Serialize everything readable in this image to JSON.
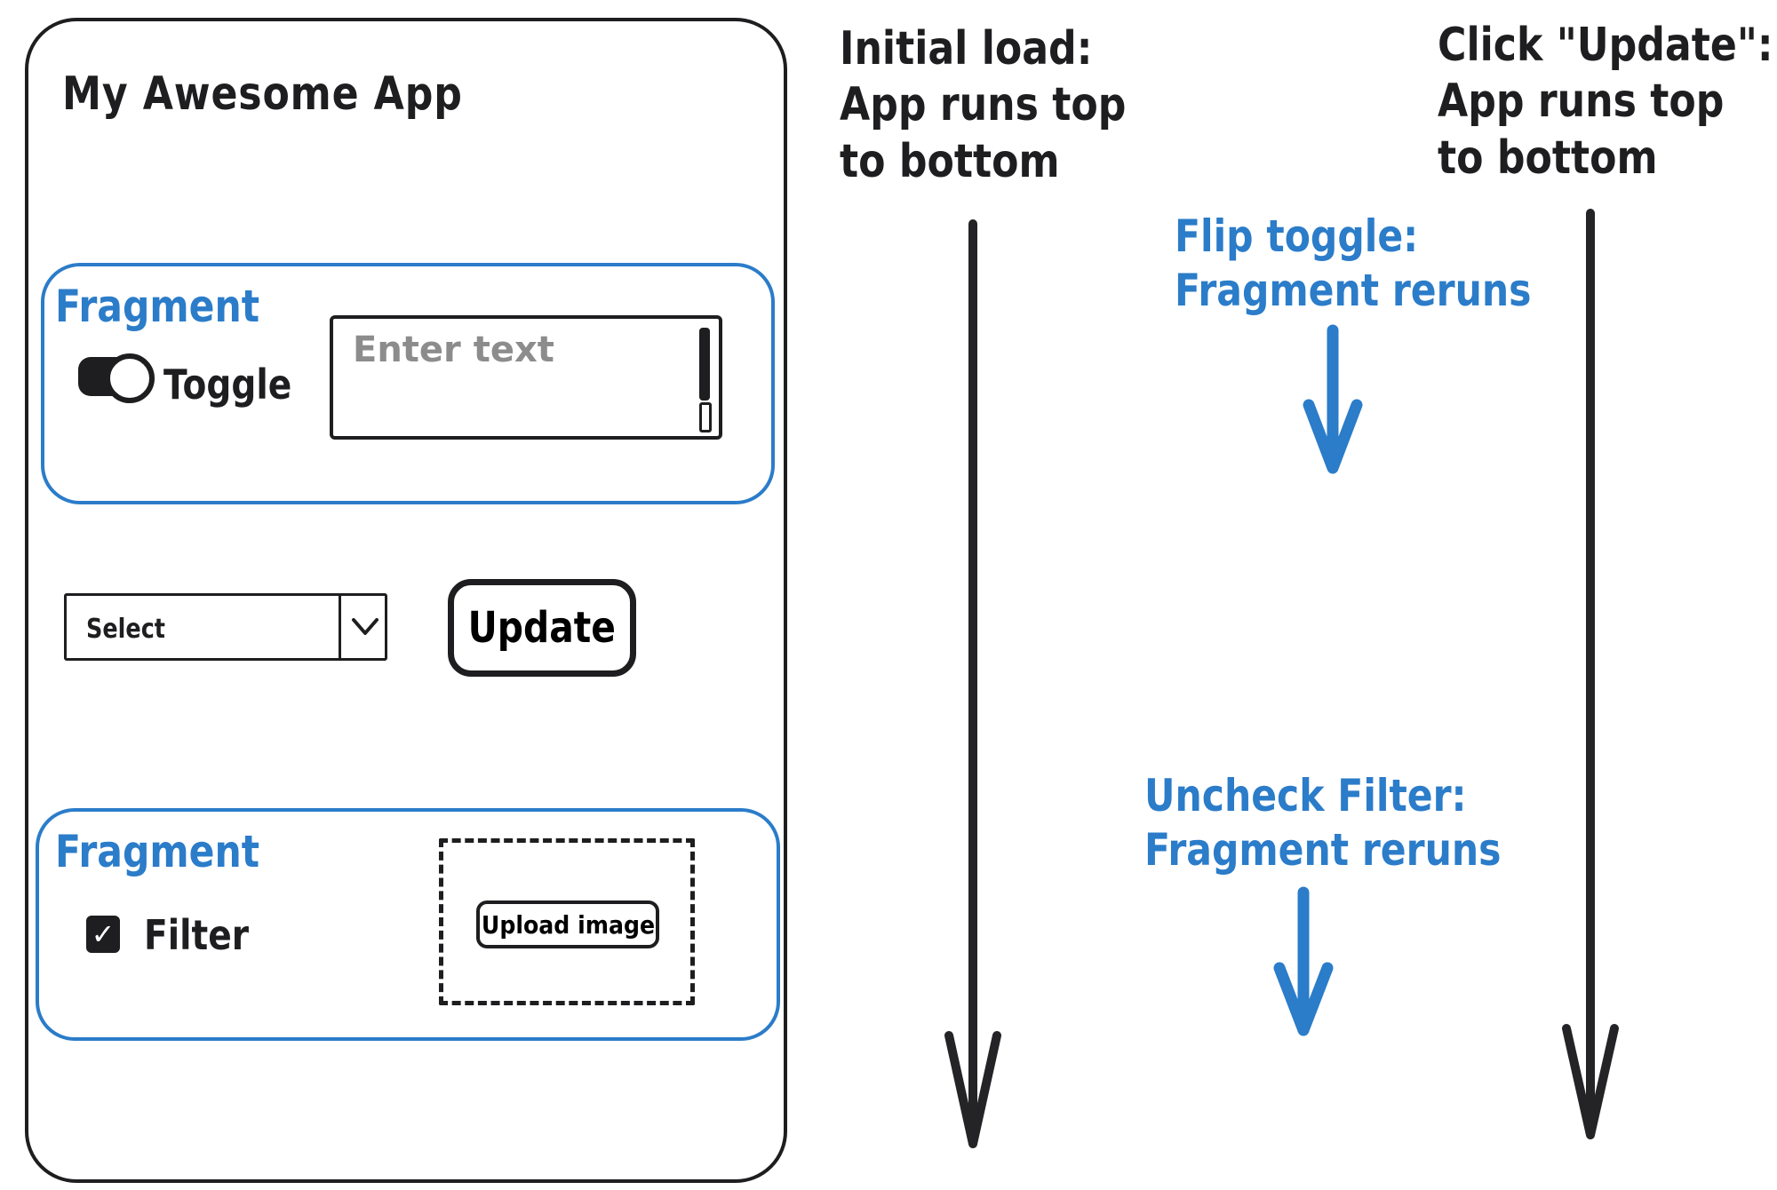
{
  "colors": {
    "accent_blue": "#2b7cc9",
    "ink_black": "#1e1e20",
    "placeholder_grey": "#8c8c8c"
  },
  "app": {
    "title": "My Awesome App",
    "fragment_top": {
      "label": "Fragment",
      "toggle_label": "Toggle",
      "input_placeholder": "Enter text"
    },
    "controls": {
      "select_value": "Select",
      "update_label": "Update"
    },
    "fragment_bottom": {
      "label": "Fragment",
      "checkbox_glyph": "✓",
      "checkbox_label": "Filter",
      "upload_label": "Upload image"
    }
  },
  "annotations": {
    "initial_load": {
      "line1": "Initial load:",
      "line2": "App runs top",
      "line3": "to bottom"
    },
    "flip_toggle": {
      "line1": "Flip toggle:",
      "line2": "Fragment reruns"
    },
    "uncheck_filter": {
      "line1": "Uncheck Filter:",
      "line2": "Fragment reruns"
    },
    "click_update": {
      "line1": "Click \"Update\":",
      "line2": "App runs top",
      "line3": "to bottom"
    }
  }
}
